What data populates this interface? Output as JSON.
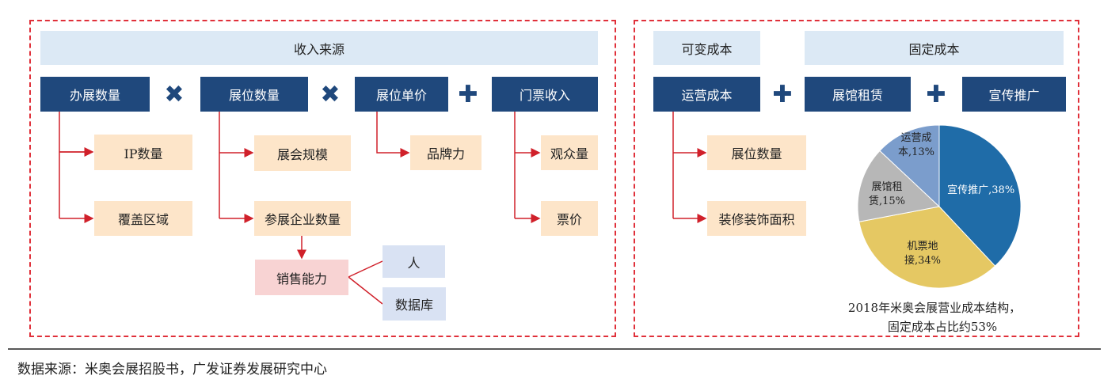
{
  "revenue": {
    "header": "收入来源",
    "top": [
      "办展数量",
      "展位数量",
      "展位单价",
      "门票收入"
    ],
    "ops": [
      "✖",
      "✖",
      "✚"
    ],
    "sub": {
      "ip": "IP数量",
      "coverage": "覆盖区域",
      "scale": "展会规模",
      "exhibitors": "参展企业数量",
      "brand": "品牌力",
      "audience": "观众量",
      "ticket": "票价",
      "sales": "销售能力",
      "people": "人",
      "database": "数据库"
    }
  },
  "cost": {
    "variable": "可变成本",
    "fixed": "固定成本",
    "top": [
      "运营成本",
      "展馆租赁",
      "宣传推广"
    ],
    "ops": [
      "✚",
      "✚"
    ],
    "sub": [
      "展位数量",
      "装修装饰面积"
    ]
  },
  "chart_data": {
    "type": "pie",
    "title": "2018年米奥会展营业成本结构，",
    "subtitle": "固定成本占比约53%",
    "slices": [
      {
        "name": "宣传推广",
        "value": 38,
        "label": "宣传推广,38%",
        "color": "#1f6ca8"
      },
      {
        "name": "机票地接",
        "value": 34,
        "label": "机票地接,34%",
        "color": "#e5c863"
      },
      {
        "name": "展馆租赁",
        "value": 15,
        "label": "展馆租赁,15%",
        "color": "#b7b7b7"
      },
      {
        "name": "运营成本",
        "value": 13,
        "label": "运营成本,13%",
        "color": "#7b9dcc"
      }
    ]
  },
  "footer": "数据来源：米奥会展招股书，广发证券发展研究中心"
}
